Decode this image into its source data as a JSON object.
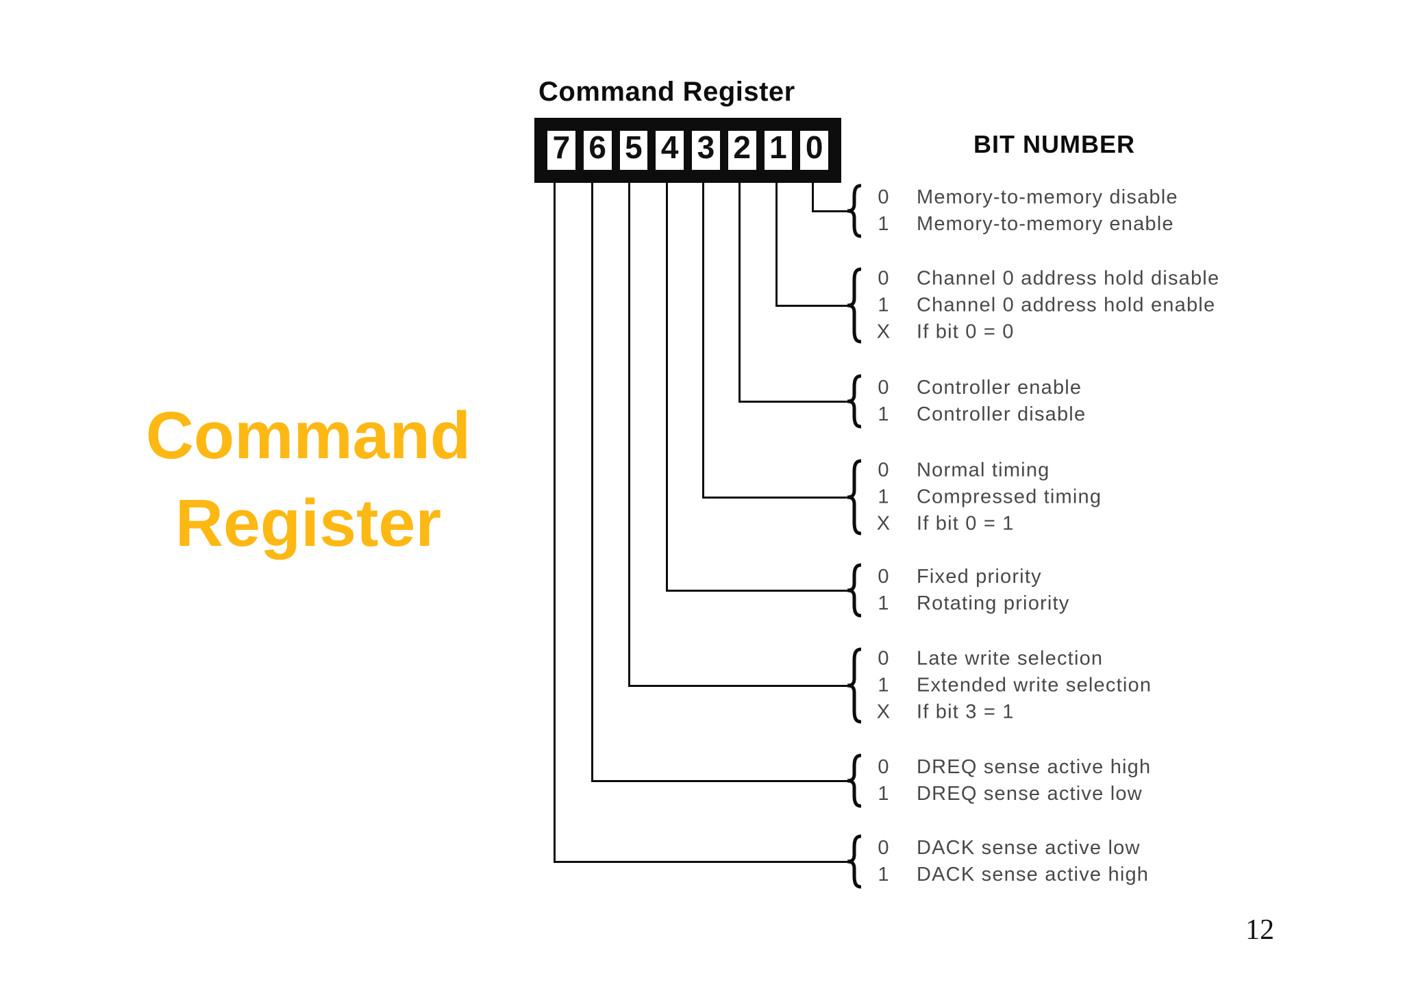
{
  "slide": {
    "heading": {
      "line1": "Command",
      "line2": "Register"
    },
    "accent_color": "#FDB813",
    "page_number": "12"
  },
  "diagram": {
    "caption": "Command Register",
    "column_heading": "BIT NUMBER",
    "bit_cells": [
      "7",
      "6",
      "5",
      "4",
      "3",
      "2",
      "1",
      "0"
    ],
    "legend_groups": [
      {
        "bit": "0",
        "rows": [
          {
            "value": "0",
            "label": "Memory-to-memory disable"
          },
          {
            "value": "1",
            "label": "Memory-to-memory enable"
          }
        ]
      },
      {
        "bit": "1",
        "rows": [
          {
            "value": "0",
            "label": "Channel 0 address hold disable"
          },
          {
            "value": "1",
            "label": "Channel 0 address hold enable"
          },
          {
            "value": "X",
            "label": "If bit 0 = 0"
          }
        ]
      },
      {
        "bit": "2",
        "rows": [
          {
            "value": "0",
            "label": "Controller enable"
          },
          {
            "value": "1",
            "label": "Controller disable"
          }
        ]
      },
      {
        "bit": "3",
        "rows": [
          {
            "value": "0",
            "label": "Normal timing"
          },
          {
            "value": "1",
            "label": "Compressed timing"
          },
          {
            "value": "X",
            "label": "If bit 0 = 1"
          }
        ]
      },
      {
        "bit": "4",
        "rows": [
          {
            "value": "0",
            "label": "Fixed priority"
          },
          {
            "value": "1",
            "label": "Rotating priority"
          }
        ]
      },
      {
        "bit": "5",
        "rows": [
          {
            "value": "0",
            "label": "Late write selection"
          },
          {
            "value": "1",
            "label": "Extended write selection"
          },
          {
            "value": "X",
            "label": "If bit 3 = 1"
          }
        ]
      },
      {
        "bit": "6",
        "rows": [
          {
            "value": "0",
            "label": "DREQ sense active high"
          },
          {
            "value": "1",
            "label": "DREQ sense active low"
          }
        ]
      },
      {
        "bit": "7",
        "rows": [
          {
            "value": "0",
            "label": "DACK sense active low"
          },
          {
            "value": "1",
            "label": "DACK sense active high"
          }
        ]
      }
    ]
  }
}
